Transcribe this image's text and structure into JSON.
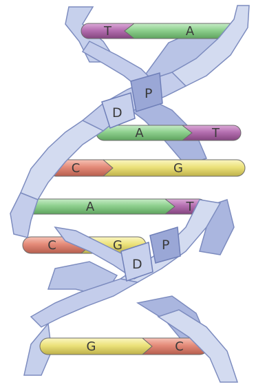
{
  "colors": {
    "adenine": "#8ed08e",
    "thymine": "#b56fb0",
    "cytosine": "#e48a78",
    "guanine": "#ece27a",
    "backbone_light": "#cfd8ee",
    "backbone_dark": "#8a98cc"
  },
  "base_pairs": [
    {
      "left": "T",
      "right": "A",
      "left_base": "thymine",
      "right_base": "adenine"
    },
    {
      "left": "A",
      "right": "T",
      "left_base": "adenine",
      "right_base": "thymine"
    },
    {
      "left": "C",
      "right": "G",
      "left_base": "cytosine",
      "right_base": "guanine"
    },
    {
      "left": "A",
      "right": "T",
      "left_base": "adenine",
      "right_base": "thymine"
    },
    {
      "left": "C",
      "right": "G",
      "left_base": "cytosine",
      "right_base": "guanine"
    },
    {
      "left": "G",
      "right": "C",
      "left_base": "guanine",
      "right_base": "cytosine"
    }
  ],
  "backbone_labels": [
    {
      "text": "P"
    },
    {
      "text": "D"
    },
    {
      "text": "P"
    },
    {
      "text": "D"
    }
  ]
}
